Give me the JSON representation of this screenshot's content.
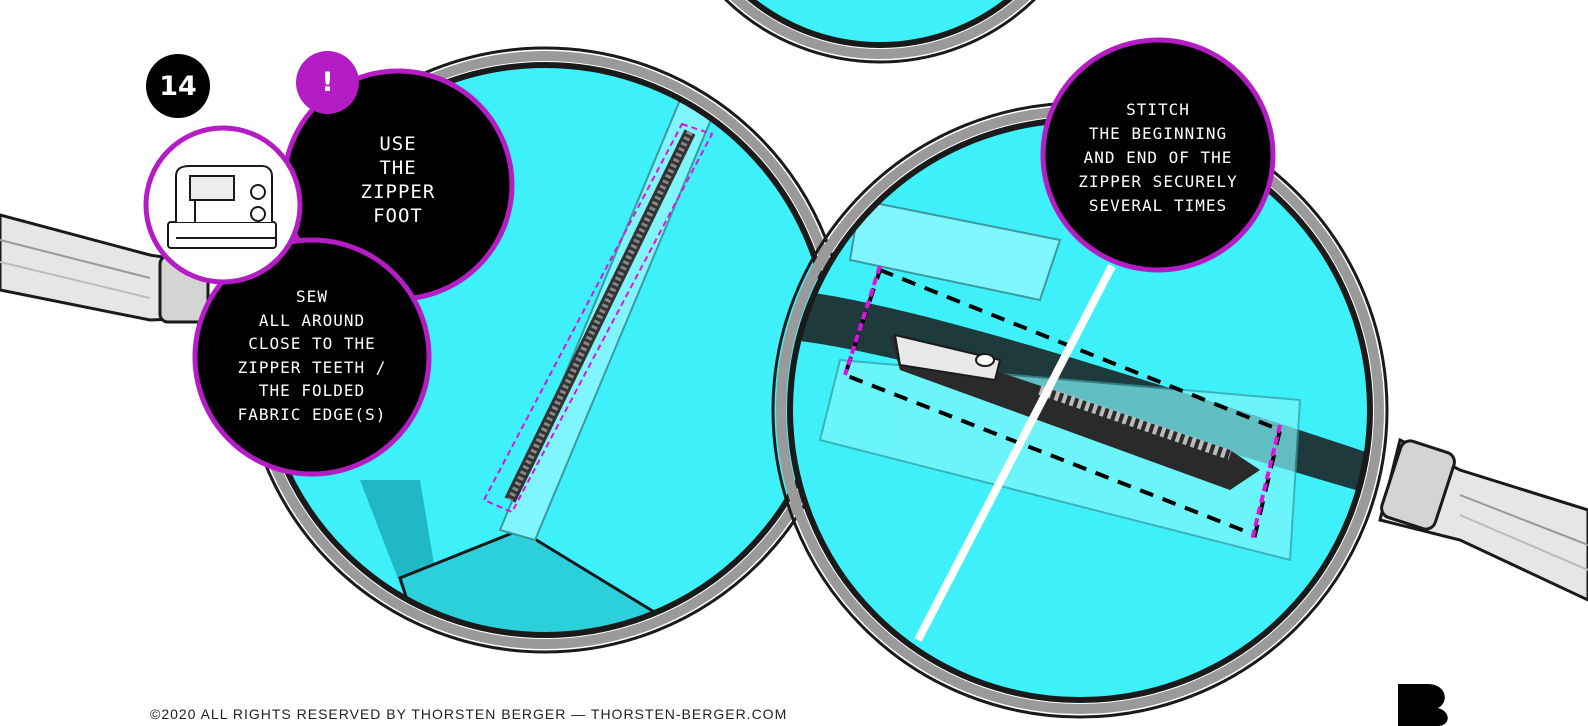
{
  "step_number": "14",
  "warning_symbol": "!",
  "callouts": {
    "use_zipper_foot": "USE\nTHE\nZIPPER\nFOOT",
    "sew_around": "SEW\nALL AROUND\nCLOSE TO THE\nZIPPER TEETH /\nTHE FOLDED\nFABRIC EDGE(S)",
    "stitch_secure": "STITCH\nTHE BEGINNING\nAND END OF THE\nZIPPER SECURELY\nSEVERAL TIMES"
  },
  "footer": "©2020 ALL RIGHTS RESERVED BY THORSTEN BERGER — THORSTEN-BERGER.COM",
  "icons": {
    "sewing_machine": "sewing-machine-icon",
    "logo": "brand-logo-icon"
  },
  "colors": {
    "cyan_fabric": "#3ef0fa",
    "accent_purple": "#b41cc4",
    "stitch_magenta": "#e010e0",
    "badge_black": "#000000"
  }
}
